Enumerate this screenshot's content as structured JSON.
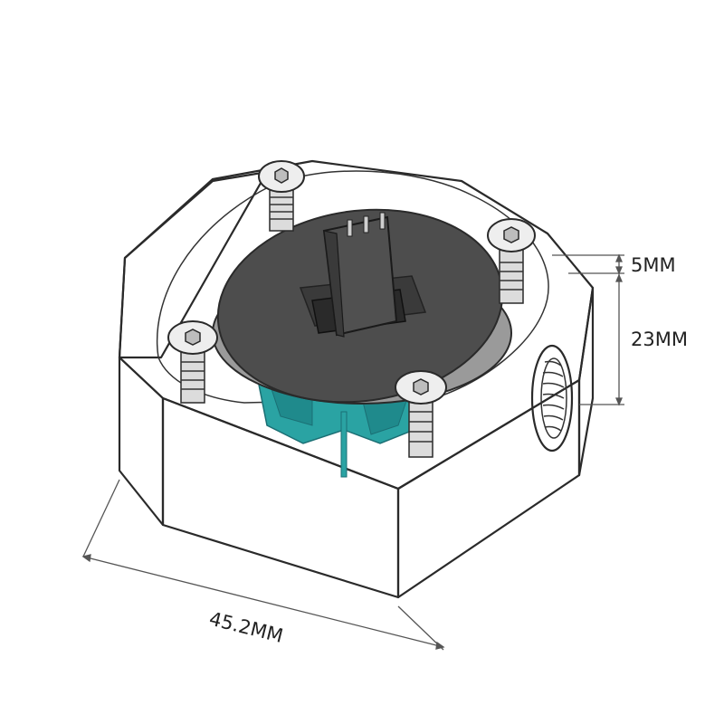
{
  "dimensions": {
    "top_height": "5MM",
    "body_height": "23MM",
    "width": "45.2MM"
  },
  "colors": {
    "body_fill": "#ffffff",
    "outline": "#2a2a2a",
    "cover_fill": "#4d4d4d",
    "cover_rim": "#9a9a9a",
    "impeller": "#2aa3a3",
    "impeller_dark": "#1b6f74",
    "screw": "#e6e6e6"
  },
  "icons": [
    "hex-socket-screw-icon",
    "three-pin-connector-icon",
    "threaded-port-icon"
  ]
}
